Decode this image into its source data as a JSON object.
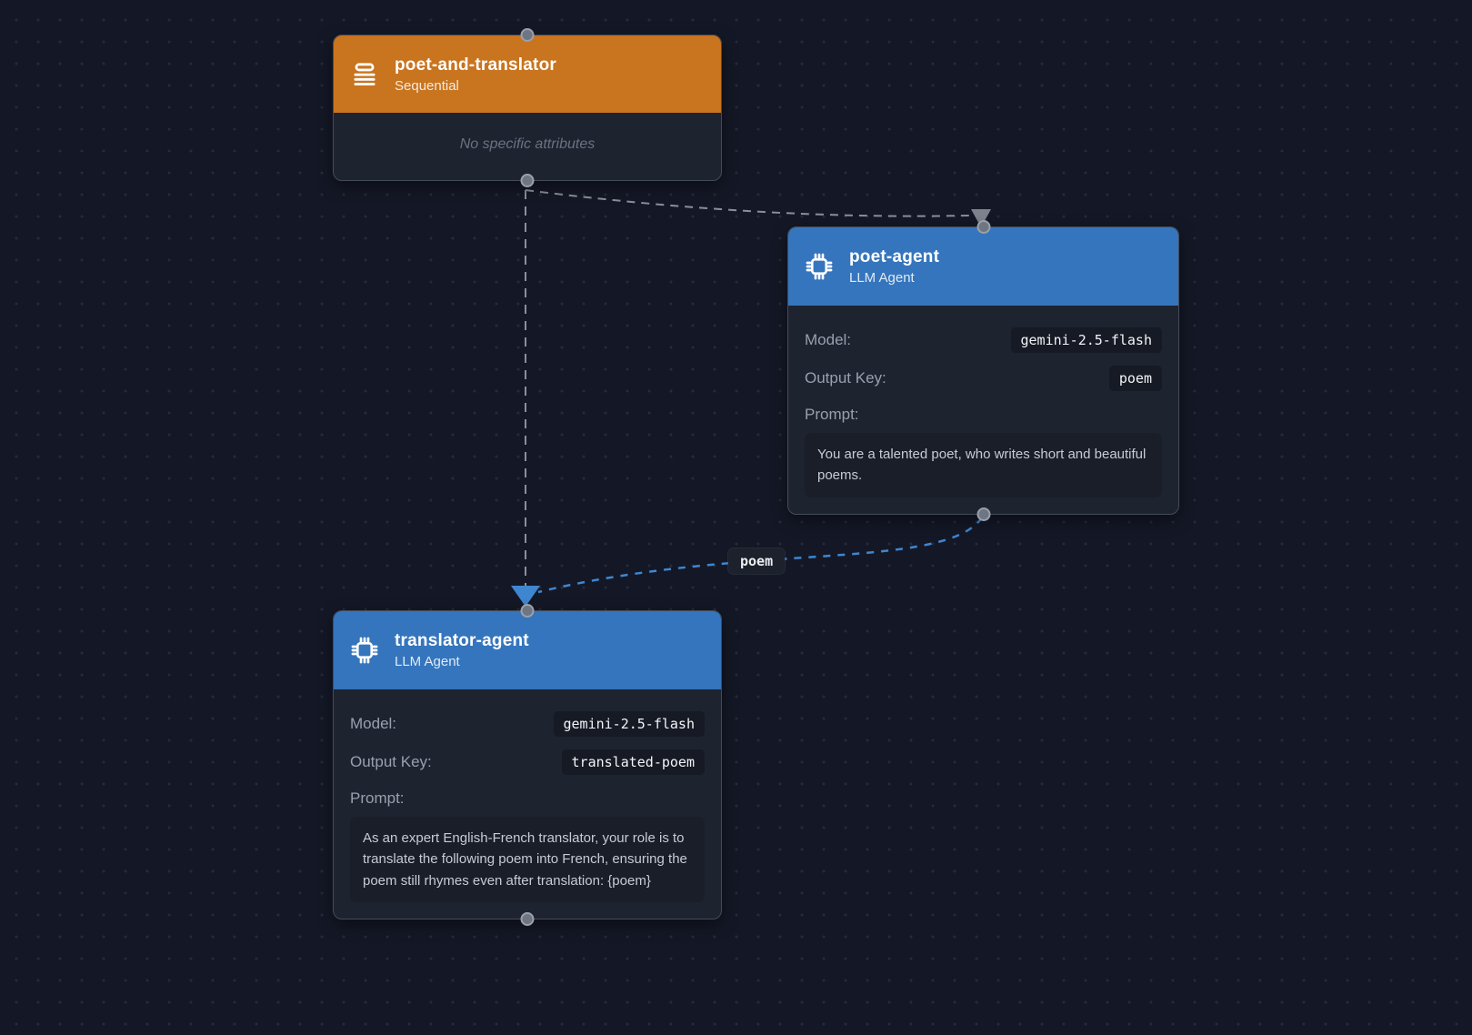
{
  "canvas": {
    "background_color": "#141826",
    "dot_grid_color": "#262b3a"
  },
  "nodes": [
    {
      "id": "poet-and-translator",
      "title": "poet-and-translator",
      "type_label": "Sequential",
      "icon": "sequential-list-icon",
      "header_color": "#c9741f",
      "empty_note": "No specific attributes"
    },
    {
      "id": "poet-agent",
      "title": "poet-agent",
      "type_label": "LLM Agent",
      "icon": "chip-icon",
      "header_color": "#3575bd",
      "model_label": "Model:",
      "model_value": "gemini-2.5-flash",
      "output_key_label": "Output Key:",
      "output_key_value": "poem",
      "prompt_label": "Prompt:",
      "prompt_text": "You are a talented poet, who writes short and beautiful poems."
    },
    {
      "id": "translator-agent",
      "title": "translator-agent",
      "type_label": "LLM Agent",
      "icon": "chip-icon",
      "header_color": "#3575bd",
      "model_label": "Model:",
      "model_value": "gemini-2.5-flash",
      "output_key_label": "Output Key:",
      "output_key_value": "translated-poem",
      "prompt_label": "Prompt:",
      "prompt_text": "As an expert English-French translator, your role is to translate the following poem into French, ensuring the poem still rhymes even after translation: {poem}"
    }
  ],
  "edges": [
    {
      "from": "poet-and-translator",
      "to": "poet-agent",
      "style": "dashed-gray",
      "color": "#8a909b",
      "label": ""
    },
    {
      "from": "poet-and-translator",
      "to": "translator-agent",
      "style": "dashed-gray",
      "color": "#8a909b",
      "label": ""
    },
    {
      "from": "poet-agent",
      "to": "translator-agent",
      "style": "dashed-blue",
      "color": "#3f86d0",
      "label": "poem"
    }
  ]
}
